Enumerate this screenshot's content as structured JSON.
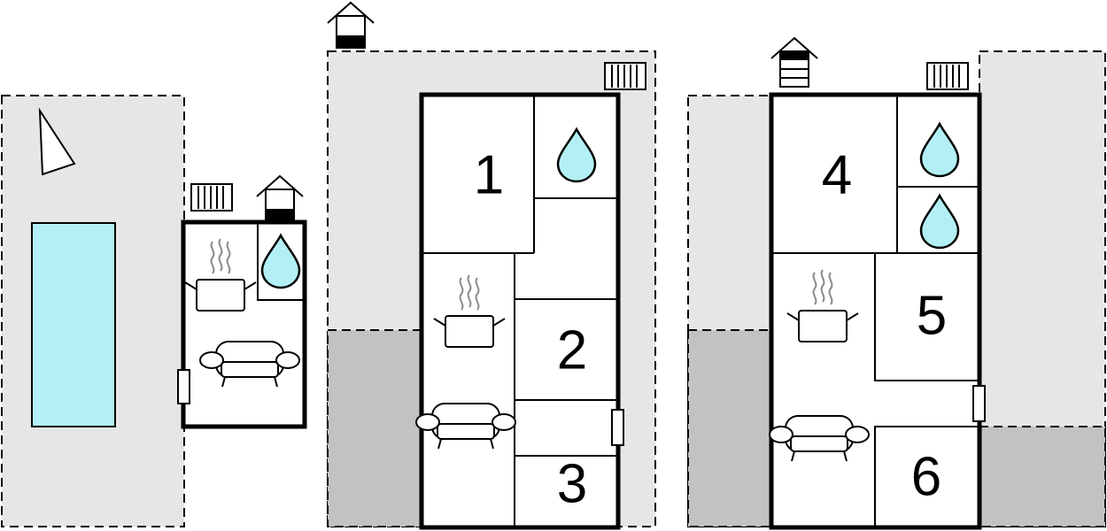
{
  "rooms": [
    {
      "id": "room-1",
      "label": "1"
    },
    {
      "id": "room-2",
      "label": "2"
    },
    {
      "id": "room-3",
      "label": "3"
    },
    {
      "id": "room-4",
      "label": "4"
    },
    {
      "id": "room-5",
      "label": "5"
    },
    {
      "id": "room-6",
      "label": "6"
    }
  ],
  "icons": {
    "bathroom": "water-drop-icon",
    "kitchen": "cooking-pot-icon",
    "living": "sofa-icon",
    "heating": "radiator-icon",
    "chimney": "fireplace-icon",
    "orientation": "north-arrow-icon",
    "door": "door-icon"
  },
  "colors": {
    "water": "#b3f0f5",
    "terrace": "#e6e6e6",
    "covered_terrace": "#c2c2c2",
    "steam": "#8a8a8a"
  }
}
